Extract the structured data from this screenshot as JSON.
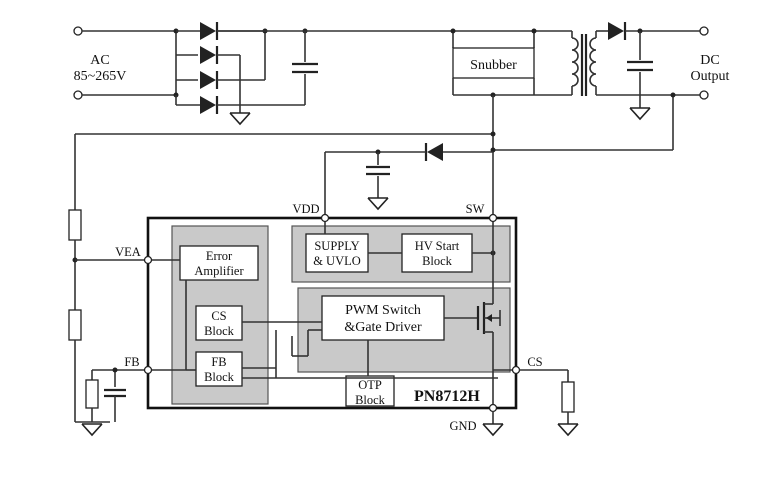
{
  "labels": {
    "ac_line1": "AC",
    "ac_line2": "85~265V",
    "dc_line1": "DC",
    "dc_line2": "Output",
    "snubber": "Snubber",
    "vdd": "VDD",
    "sw": "SW",
    "vea": "VEA",
    "fb": "FB",
    "cs": "CS",
    "gnd": "GND",
    "chip_name": "PN8712H"
  },
  "blocks": {
    "error_amp_l1": "Error",
    "error_amp_l2": "Amplifier",
    "cs_block_l1": "CS",
    "cs_block_l2": "Block",
    "fb_block_l1": "FB",
    "fb_block_l2": "Block",
    "supply_l1": "SUPPLY",
    "supply_l2": "& UVLO",
    "hv_l1": "HV Start",
    "hv_l2": "Block",
    "pwm_l1": "PWM Switch",
    "pwm_l2": "&Gate Driver",
    "otp_l1": "OTP",
    "otp_l2": "Block"
  }
}
